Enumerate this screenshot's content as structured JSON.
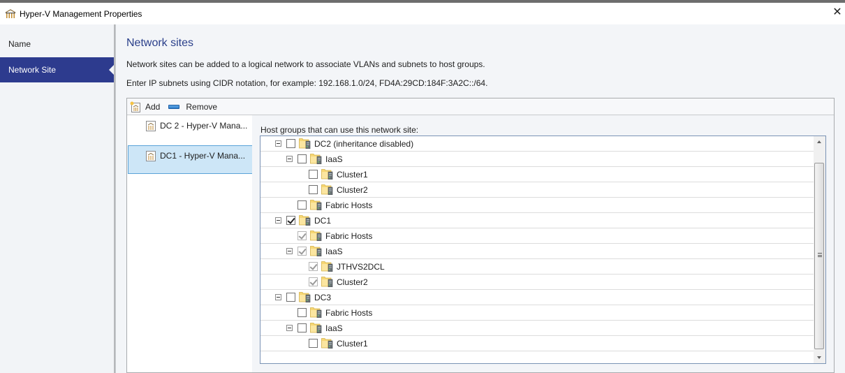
{
  "window": {
    "title": "Hyper-V Management Properties",
    "close_icon": "close-icon"
  },
  "sidebar": {
    "items": [
      {
        "label": "Name",
        "active": false
      },
      {
        "label": "Network Site",
        "active": true
      }
    ]
  },
  "main": {
    "title": "Network sites",
    "description1": "Network sites can be added to a logical network to associate VLANs and subnets to host groups.",
    "description2": "Enter IP subnets using CIDR notation, for example: 192.168.1.0/24, FD4A:29CD:184F:3A2C::/64."
  },
  "toolbar": {
    "add_label": "Add",
    "remove_label": "Remove"
  },
  "sites": [
    {
      "label": "DC 2 - Hyper-V Mana...",
      "selected": false
    },
    {
      "label": "DC1 - Hyper-V Mana...",
      "selected": true
    }
  ],
  "host_groups": {
    "label": "Host groups that can use this network site:",
    "rows": [
      {
        "label": "DC2 (inheritance disabled)",
        "level": 0,
        "expandable": true,
        "state": "unchecked"
      },
      {
        "label": "IaaS",
        "level": 1,
        "expandable": true,
        "state": "unchecked"
      },
      {
        "label": "Cluster1",
        "level": 2,
        "expandable": false,
        "state": "unchecked"
      },
      {
        "label": "Cluster2",
        "level": 2,
        "expandable": false,
        "state": "unchecked"
      },
      {
        "label": "Fabric Hosts",
        "level": 1,
        "expandable": false,
        "state": "unchecked"
      },
      {
        "label": "DC1",
        "level": 0,
        "expandable": true,
        "state": "checked"
      },
      {
        "label": "Fabric Hosts",
        "level": 1,
        "expandable": false,
        "state": "inherited"
      },
      {
        "label": "IaaS",
        "level": 1,
        "expandable": true,
        "state": "inherited"
      },
      {
        "label": "JTHVS2DCL",
        "level": 2,
        "expandable": false,
        "state": "inherited"
      },
      {
        "label": "Cluster2",
        "level": 2,
        "expandable": false,
        "state": "inherited"
      },
      {
        "label": "DC3",
        "level": 0,
        "expandable": true,
        "state": "unchecked"
      },
      {
        "label": "Fabric Hosts",
        "level": 1,
        "expandable": false,
        "state": "unchecked"
      },
      {
        "label": "IaaS",
        "level": 1,
        "expandable": true,
        "state": "unchecked"
      },
      {
        "label": "Cluster1",
        "level": 2,
        "expandable": false,
        "state": "unchecked"
      }
    ]
  },
  "colors": {
    "nav_active": "#2d3b8e",
    "title_blue": "#2a3f8a",
    "selection": "#cde6f7",
    "selection_border": "#5aa3d8"
  }
}
